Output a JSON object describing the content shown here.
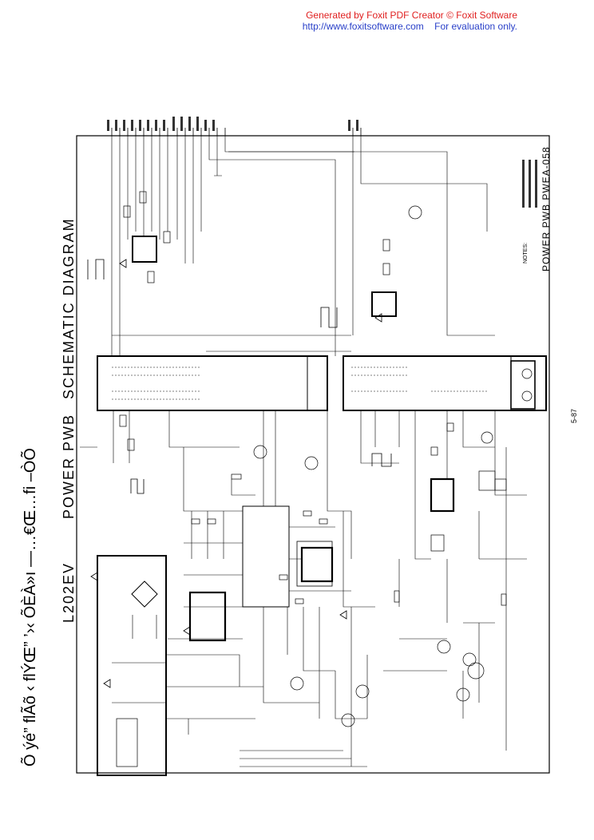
{
  "watermark": {
    "line1": "Generated by Foxit PDF Creator © Foxit Software",
    "line2_url": "http://www.foxitsoftware.com",
    "line2_note": "For evaluation only."
  },
  "schematic": {
    "garbled_header": "Õ ýé” flÃõ ‹ flÝŒ” ’›‹ ÕÈÀ»ı —…€Œ…fi –ÒÕ",
    "model": "L202EV",
    "title_left": "POWER PWB",
    "title_right": "SCHEMATIC DIAGRAM",
    "board_title": "POWER PWB PWEA-058",
    "page_number": "5-87",
    "notes_heading": "NOTES:"
  }
}
